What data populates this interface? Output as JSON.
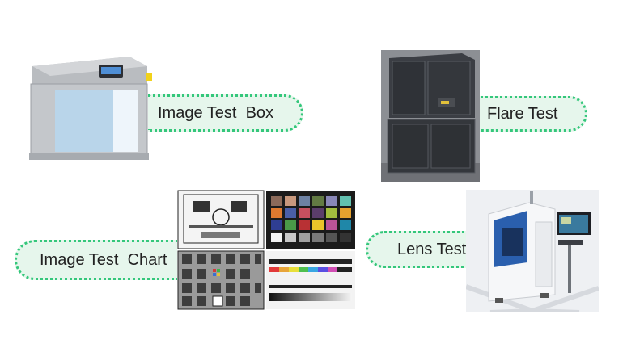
{
  "labels": {
    "image_test_box": "Image Test  Box",
    "flare_test": "Flare Test",
    "image_test_chart": "Image Test  Chart",
    "lens_test": "Lens Test"
  },
  "colors": {
    "accent_dotted": "#34c77b",
    "pill_fill": "#e6f6ec"
  }
}
